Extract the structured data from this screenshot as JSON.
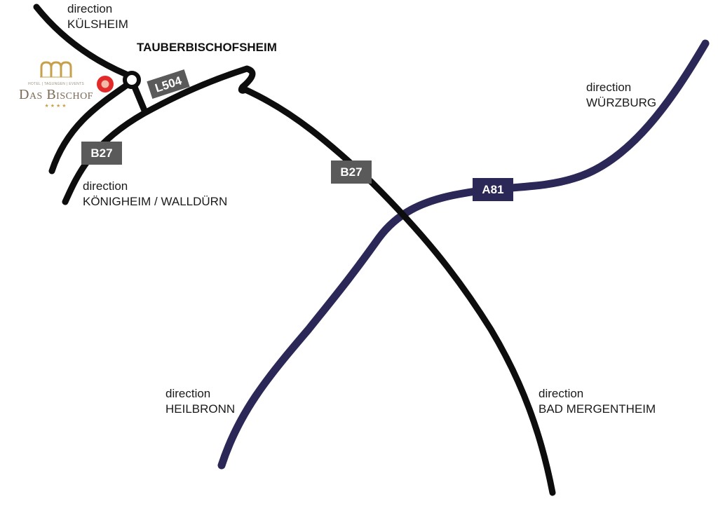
{
  "map": {
    "town": "TAUBERBISCHOFSHEIM",
    "hotel": {
      "name": "Das Bischof",
      "tagline": "HOTEL | TAGUNGEN | EVENTS",
      "stars": "★★★★"
    },
    "directions": {
      "kuelsheim": {
        "prefix": "direction",
        "place": "KÜLSHEIM"
      },
      "koenigheim": {
        "prefix": "direction",
        "place": "KÖNIGHEIM / WALLDÜRN"
      },
      "wuerzburg": {
        "prefix": "direction",
        "place": "WÜRZBURG"
      },
      "heilbronn": {
        "prefix": "direction",
        "place": "HEILBRONN"
      },
      "bad_mergentheim": {
        "prefix": "direction",
        "place": "BAD MERGENTHEIM"
      }
    },
    "shields": {
      "l504": "L504",
      "b27_west": "B27",
      "b27_main": "B27",
      "a81": "A81"
    },
    "colors": {
      "road": "#0d0d0d",
      "motorway": "#2b2757",
      "shield_grey": "#5a5a5a",
      "shield_motorway": "#2b2757",
      "hotel_marker": "#e32a2a",
      "logo_gold": "#c8a04a"
    }
  }
}
